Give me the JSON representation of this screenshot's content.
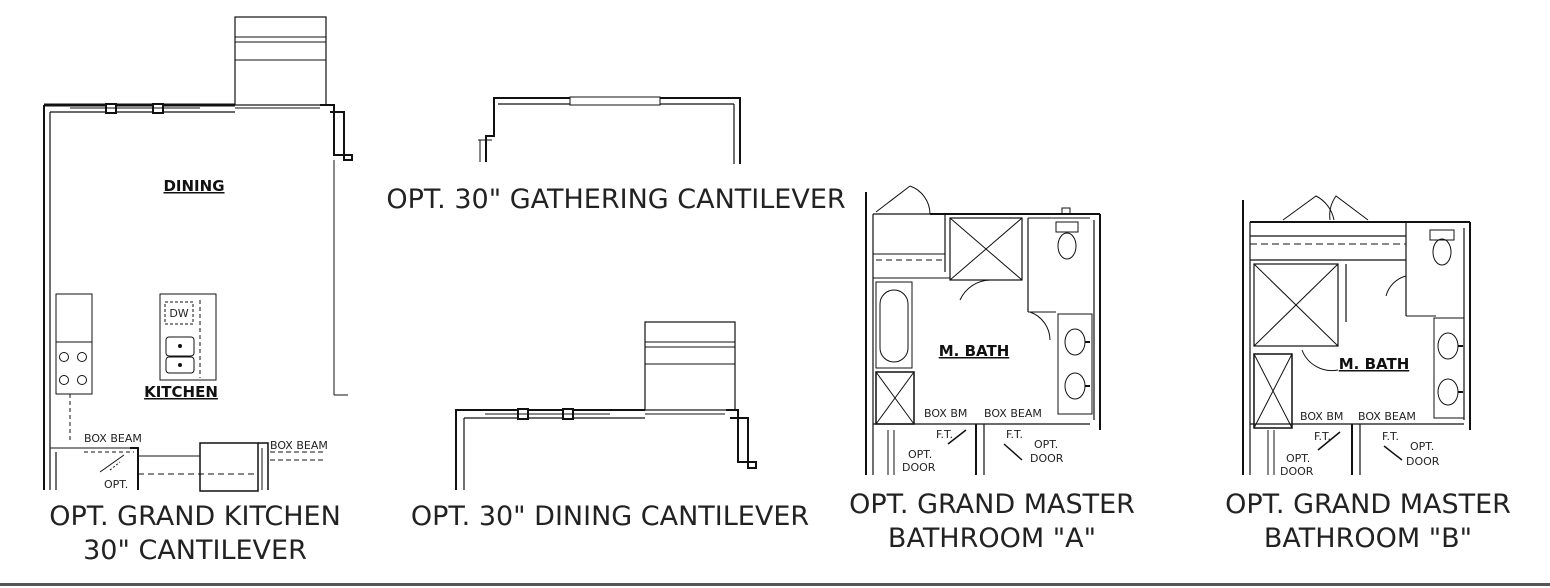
{
  "colors": {
    "line": "#111111",
    "text": "#222222",
    "rule": "#555555"
  },
  "plans": [
    {
      "id": "grand-kitchen",
      "caption": [
        "OPT. GRAND KITCHEN",
        "30\" CANTILEVER"
      ],
      "labels": {
        "dining": "DINING",
        "kitchen": "KITCHEN",
        "dw": "DW",
        "box_beam_left": "BOX BEAM",
        "box_beam_right": "BOX BEAM",
        "opt": "OPT."
      }
    },
    {
      "id": "gathering-cantilever",
      "caption": [
        "OPT. 30\" GATHERING CANTILEVER"
      ]
    },
    {
      "id": "dining-cantilever",
      "caption": [
        "OPT. 30\" DINING CANTILEVER"
      ]
    },
    {
      "id": "master-bath-a",
      "caption": [
        "OPT. GRAND MASTER",
        "BATHROOM \"A\""
      ],
      "labels": {
        "room": "M. BATH",
        "box_bm": "BOX BM",
        "box_beam": "BOX BEAM",
        "ft_left": "F.T.",
        "ft_right": "F.T.",
        "opt_left": "OPT.",
        "door_left": "DOOR",
        "opt_right": "OPT.",
        "door_right": "DOOR"
      }
    },
    {
      "id": "master-bath-b",
      "caption": [
        "OPT. GRAND MASTER",
        "BATHROOM \"B\""
      ],
      "labels": {
        "room": "M. BATH",
        "box_bm": "BOX BM",
        "box_beam": "BOX BEAM",
        "ft_left": "F.T.",
        "ft_right": "F.T.",
        "opt_left": "OPT.",
        "door_left": "DOOR",
        "opt_right": "OPT.",
        "door_right": "DOOR"
      }
    }
  ]
}
